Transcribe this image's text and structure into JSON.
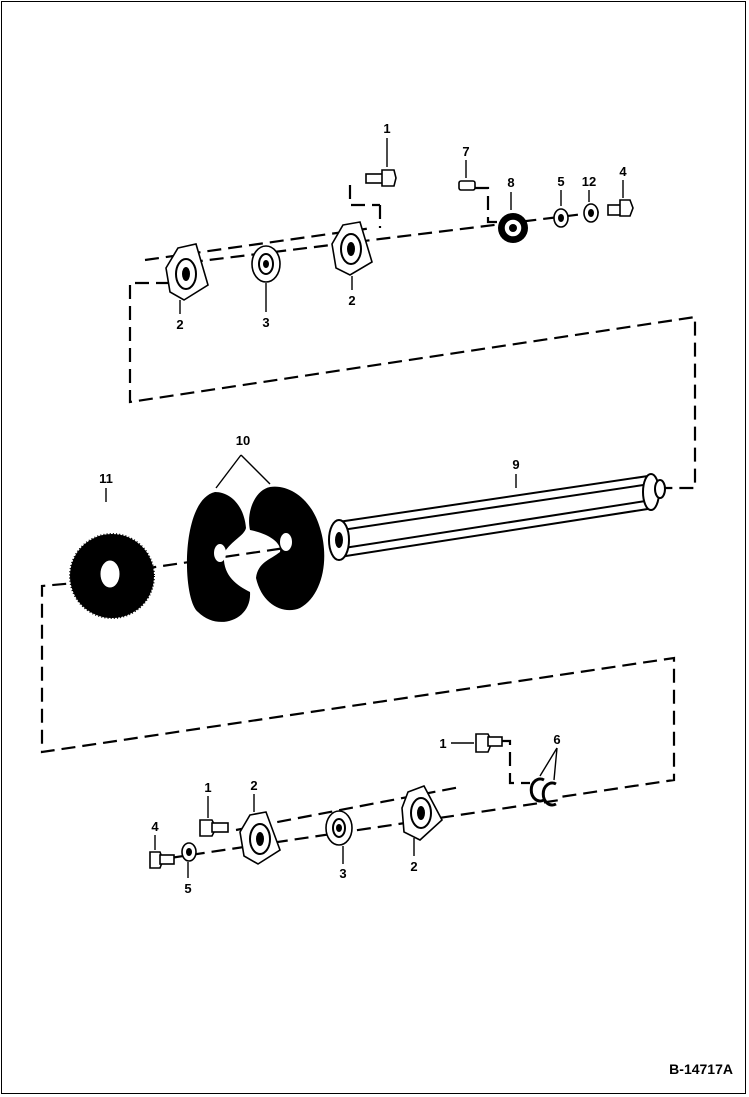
{
  "drawing_id": "B-14717A",
  "callouts": {
    "c1_top": "1",
    "c7": "7",
    "c8": "8",
    "c5_top": "5",
    "c12": "12",
    "c4_top": "4",
    "c2_top_left": "2",
    "c3_top": "3",
    "c2_top_right": "2",
    "c10": "10",
    "c11": "11",
    "c9": "9",
    "c1_mid": "1",
    "c6": "6",
    "c1_bottom": "1",
    "c2_bottom_left": "2",
    "c4_bottom": "4",
    "c5_bottom": "5",
    "c3_bottom": "3",
    "c2_bottom_right": "2"
  },
  "colors": {
    "ink": "#000000",
    "paper": "#ffffff"
  }
}
